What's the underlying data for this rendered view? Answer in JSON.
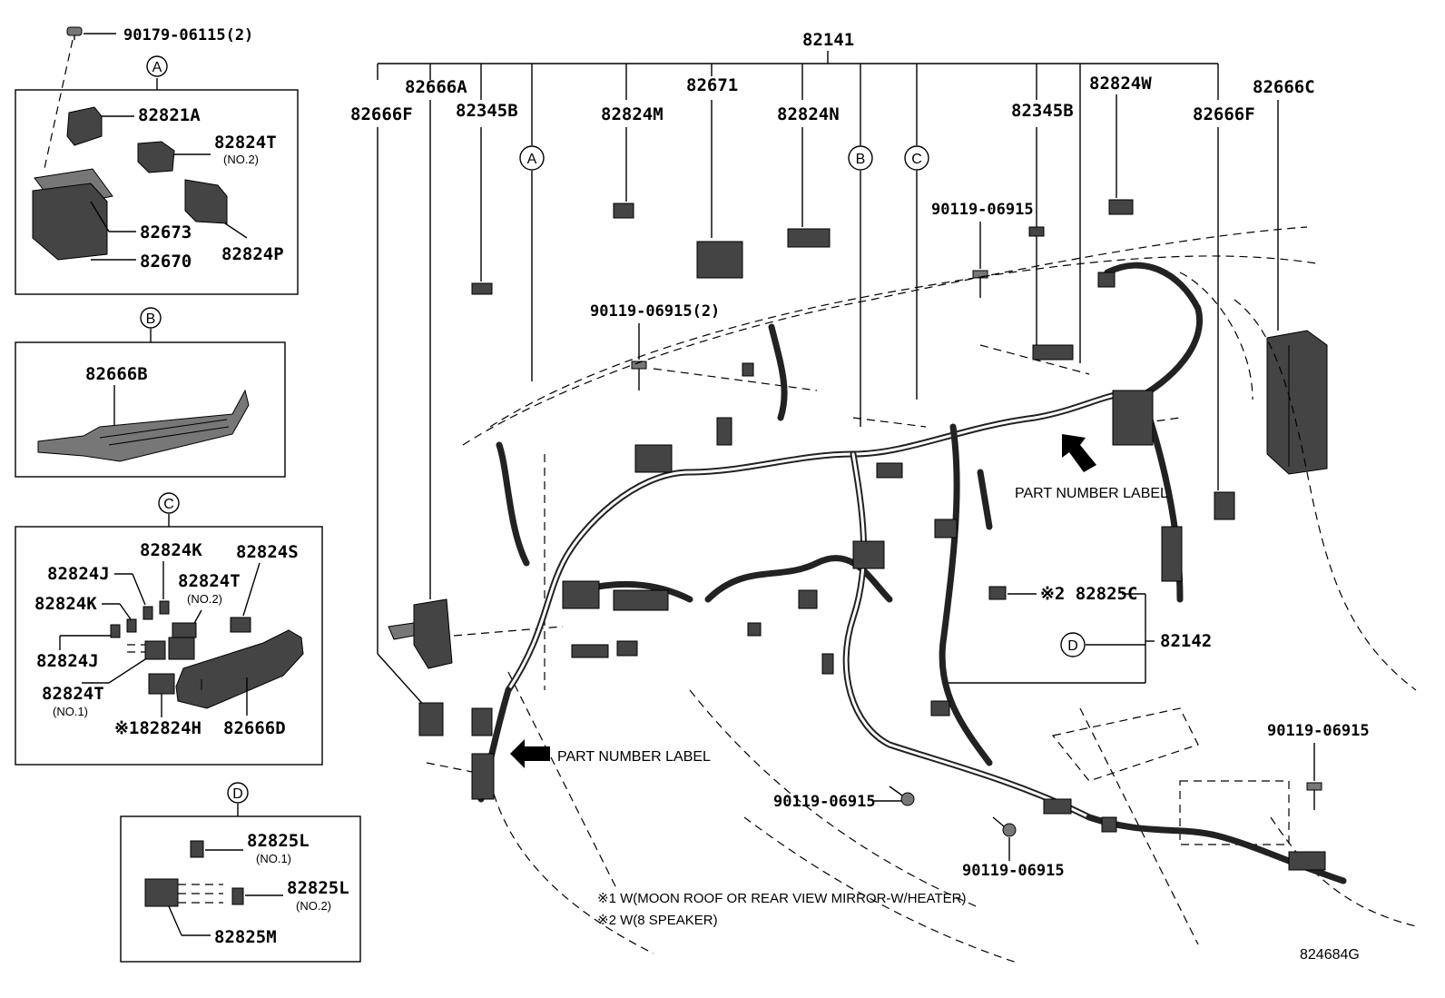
{
  "main_number": "82141",
  "harness_sub": "82142",
  "image_code": "824684G",
  "part_number_label": "PART NUMBER LABEL",
  "footnote_1": "※1 W(MOON ROOF OR REAR VIEW MIRROR-W/HEATER)",
  "footnote_2": "※2 W(8 SPEAKER)",
  "markers": {
    "a": "A",
    "b": "B",
    "c": "C",
    "d": "D"
  },
  "panel_a": {
    "bolt": "90179-06115(2)",
    "p1": "82821A",
    "p2": "82824T",
    "p2_sub": "(NO.2)",
    "p3": "82673",
    "p4": "82824P",
    "p5": "82670"
  },
  "panel_b": {
    "p1": "82666B"
  },
  "panel_c": {
    "k_top": "82824K",
    "s": "82824S",
    "j_top": "82824J",
    "t2": "82824T",
    "t2_sub": "(NO.2)",
    "k_left": "82824K",
    "j_left": "82824J",
    "t1": "82824T",
    "t1_sub": "(NO.1)",
    "h": "※182824H",
    "d": "82666D"
  },
  "panel_d": {
    "l1": "82825L",
    "l1_sub": "(NO.1)",
    "l2": "82825L",
    "l2_sub": "(NO.2)",
    "m": "82825M"
  },
  "main": {
    "c82666A": "82666A",
    "c82666F_left": "82666F",
    "c82345B_left": "82345B",
    "c82824M": "82824M",
    "c82671": "82671",
    "c82824N": "82824N",
    "c82345B_right": "82345B",
    "c82824W": "82824W",
    "c82666F_right": "82666F",
    "c82666C": "82666C",
    "bolt_top": "90119-06915",
    "bolt_mid": "90119-06915(2)",
    "bolt_right": "90119-06915",
    "bolt_bottom": "90119-06915",
    "bolt_bottom2": "90119-06915",
    "c82825C": "※2 82825C"
  }
}
